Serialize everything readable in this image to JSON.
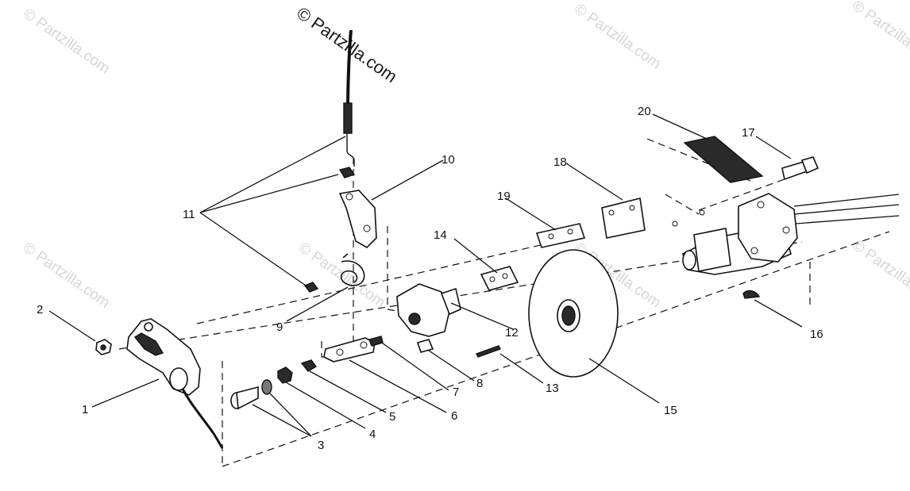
{
  "watermark": {
    "main": "© Partzilla.com",
    "repeat": "© Partzilla.com"
  },
  "callouts": {
    "p1": "1",
    "p2": "2",
    "p3": "3",
    "p4": "4",
    "p5": "5",
    "p6": "6",
    "p7": "7",
    "p8": "8",
    "p9": "9",
    "p10": "10",
    "p11": "11",
    "p12": "12",
    "p13": "13",
    "p14": "14",
    "p15": "15",
    "p16": "16",
    "p17": "17",
    "p18": "18",
    "p19": "19",
    "p20": "20"
  },
  "colors": {
    "ink": "#111111",
    "watermark": "#d6d6d6",
    "background": "#ffffff"
  }
}
